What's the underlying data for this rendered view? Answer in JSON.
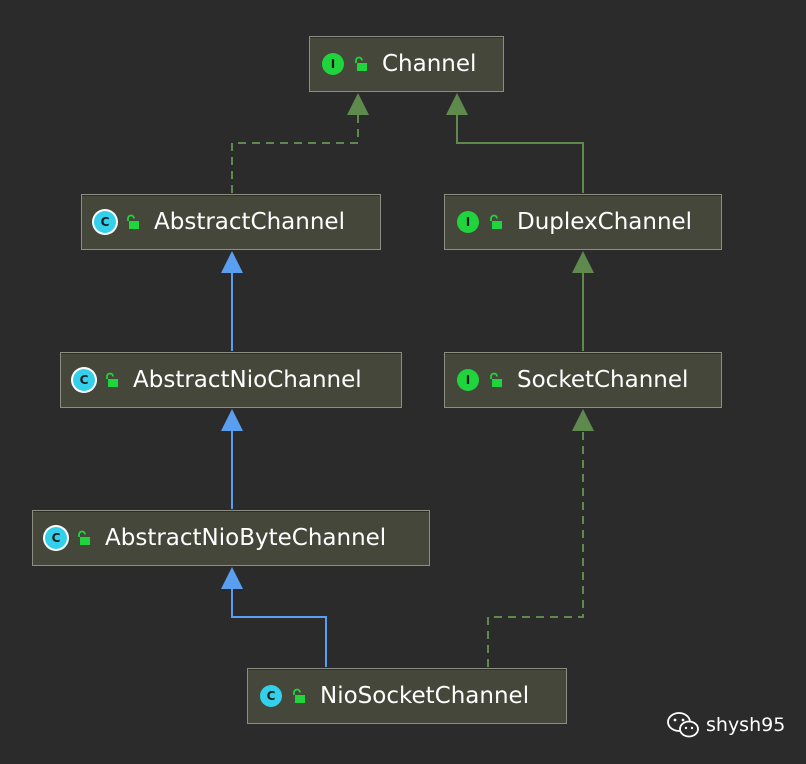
{
  "nodes": {
    "channel": {
      "label": "Channel",
      "badge": "I"
    },
    "abstract_channel": {
      "label": "AbstractChannel",
      "badge": "C"
    },
    "duplex_channel": {
      "label": "DuplexChannel",
      "badge": "I"
    },
    "abstract_nio_channel": {
      "label": "AbstractNioChannel",
      "badge": "C"
    },
    "socket_channel": {
      "label": "SocketChannel",
      "badge": "I"
    },
    "abstract_nio_byte_channel": {
      "label": "AbstractNioByteChannel",
      "badge": "C"
    },
    "nio_socket_channel": {
      "label": "NioSocketChannel",
      "badge": "C"
    }
  },
  "colors": {
    "background": "#2b2b2b",
    "node_fill": "#45473b",
    "node_border": "#8d8d85",
    "interface_badge": "#20d43e",
    "class_badge": "#33d0ec",
    "implements_line": "#5f8a4e",
    "extends_line": "#5a9ef0"
  },
  "icons": {
    "visibility": "unlocked-padlock-icon",
    "watermark": "wechat-icon"
  },
  "watermark": {
    "text": "shysh95"
  }
}
